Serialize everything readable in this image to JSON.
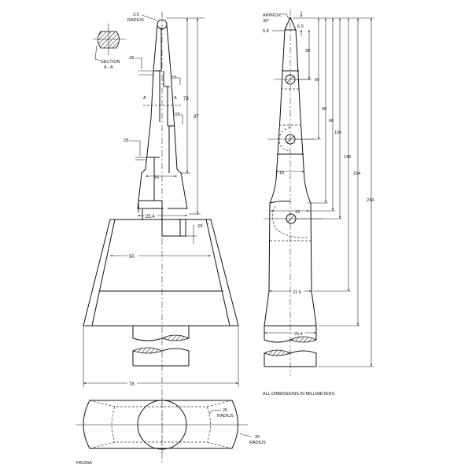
{
  "drawing": {
    "id_label": "PA100A",
    "note": "ALL DIMENSIONS IN MILLIMETERS",
    "front_view": {
      "section_label_1": "SECTION",
      "section_label_2": "A - A",
      "tip_radius_value": "3.5",
      "tip_radius_word": "RADIUS",
      "step_1": ".05",
      "step_2": ".05",
      "step_3": ".05",
      "step_4": ".05",
      "step_5": ".05",
      "section_mark_left": "A",
      "section_mark_right": "A",
      "dim_78_height": "78",
      "dim_97_height": "97",
      "dim_16_width": "16",
      "dim_25_4_width": "25.4",
      "dim_50_width": "50"
    },
    "side_view": {
      "approx_label": "APPROX.",
      "angle_label": "30°",
      "tip_width": "5.8",
      "dim_6_0": "6.0",
      "dim_30": "30",
      "dim_60": "60",
      "dim_90": "90",
      "dim_96": "96",
      "dim_100": "100",
      "dim_136": "136",
      "dim_154": "154",
      "dim_234": "234",
      "dim_15_width": "15",
      "dim_19_width": "19",
      "dim_21_5_width": "21.5",
      "dim_25_4_width": "25.4"
    },
    "bottom_view": {
      "dim_78_width": "78",
      "inner_radius_value": "25",
      "inner_radius_word": "RADIUS",
      "outer_radius_value": "25",
      "outer_radius_word": "RADIUS"
    }
  }
}
